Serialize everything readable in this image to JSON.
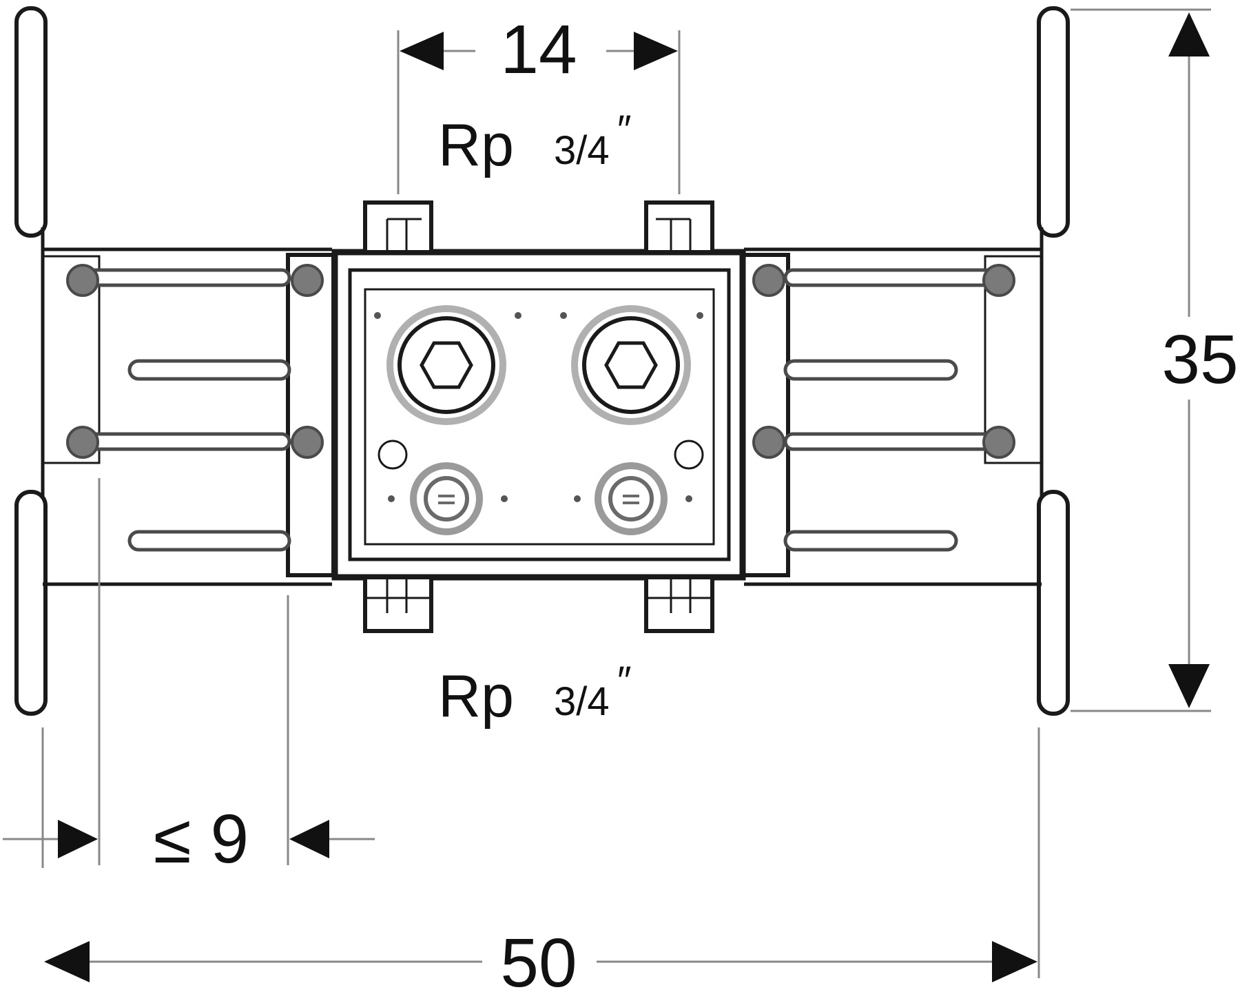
{
  "dimensions": {
    "top_width": "14",
    "height": "35",
    "bottom_width": "50",
    "offset": "≤ 9"
  },
  "connections": {
    "top": {
      "prefix": "Rp",
      "fraction": "3/4",
      "mark": "″"
    },
    "bottom": {
      "prefix": "Rp",
      "fraction": "3/4",
      "mark": "″"
    }
  },
  "colors": {
    "line": "#1a1a1a",
    "extension_line": "#888888",
    "bolt_fill": "#7a7a7a",
    "background": "#ffffff"
  }
}
